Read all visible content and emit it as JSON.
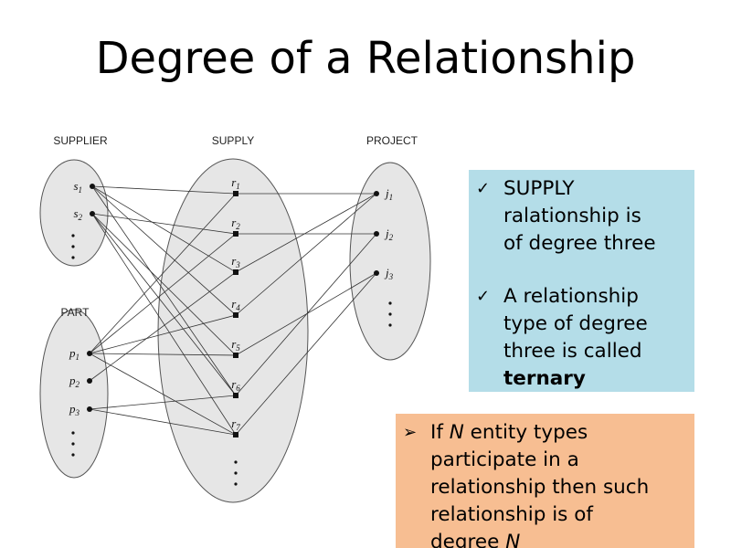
{
  "title": "Degree of a Relationship",
  "diagram": {
    "sets": [
      {
        "id": "supplier",
        "label": "SUPPLIER",
        "items": [
          {
            "id": "s1",
            "base": "s",
            "sub": "1"
          },
          {
            "id": "s2",
            "base": "s",
            "sub": "2"
          }
        ]
      },
      {
        "id": "part",
        "label": "PART",
        "items": [
          {
            "id": "p1",
            "base": "p",
            "sub": "1"
          },
          {
            "id": "p2",
            "base": "p",
            "sub": "2"
          },
          {
            "id": "p3",
            "base": "p",
            "sub": "3"
          }
        ]
      },
      {
        "id": "supply",
        "label": "SUPPLY",
        "items": [
          {
            "id": "r1",
            "base": "r",
            "sub": "1"
          },
          {
            "id": "r2",
            "base": "r",
            "sub": "2"
          },
          {
            "id": "r3",
            "base": "r",
            "sub": "3"
          },
          {
            "id": "r4",
            "base": "r",
            "sub": "4"
          },
          {
            "id": "r5",
            "base": "r",
            "sub": "5"
          },
          {
            "id": "r6",
            "base": "r",
            "sub": "6"
          },
          {
            "id": "r7",
            "base": "r",
            "sub": "7"
          }
        ]
      },
      {
        "id": "project",
        "label": "PROJECT",
        "items": [
          {
            "id": "j1",
            "base": "j",
            "sub": "1"
          },
          {
            "id": "j2",
            "base": "j",
            "sub": "2"
          },
          {
            "id": "j3",
            "base": "j",
            "sub": "3"
          }
        ]
      }
    ],
    "links": [
      [
        "s1",
        "r1"
      ],
      [
        "s1",
        "r3"
      ],
      [
        "s1",
        "r4"
      ],
      [
        "s1",
        "r6"
      ],
      [
        "s2",
        "r2"
      ],
      [
        "s2",
        "r5"
      ],
      [
        "s2",
        "r6"
      ],
      [
        "s2",
        "r7"
      ],
      [
        "p1",
        "r1"
      ],
      [
        "p1",
        "r2"
      ],
      [
        "p1",
        "r4"
      ],
      [
        "p1",
        "r5"
      ],
      [
        "p1",
        "r7"
      ],
      [
        "p2",
        "r3"
      ],
      [
        "p3",
        "r6"
      ],
      [
        "p3",
        "r7"
      ],
      [
        "r1",
        "j1"
      ],
      [
        "r2",
        "j2"
      ],
      [
        "r3",
        "j1"
      ],
      [
        "r4",
        "j1"
      ],
      [
        "r5",
        "j3"
      ],
      [
        "r6",
        "j2"
      ],
      [
        "r7",
        "j3"
      ]
    ]
  },
  "info_box": {
    "bullet_mark": "✓",
    "bullets": [
      {
        "lines": [
          "SUPPLY",
          "ralationship is",
          "of degree three"
        ]
      },
      {
        "lines": [
          "A relationship",
          "type of degree",
          "three is called"
        ],
        "bold": "ternary"
      }
    ]
  },
  "note_box": {
    "bullet_mark": "➢",
    "line1_pre": "If ",
    "line1_var": "N",
    "line1_post": " entity types",
    "lines": [
      "participate in a",
      "relationship then such",
      "relationship is of"
    ],
    "last_pre": "degree ",
    "last_var": "N"
  }
}
